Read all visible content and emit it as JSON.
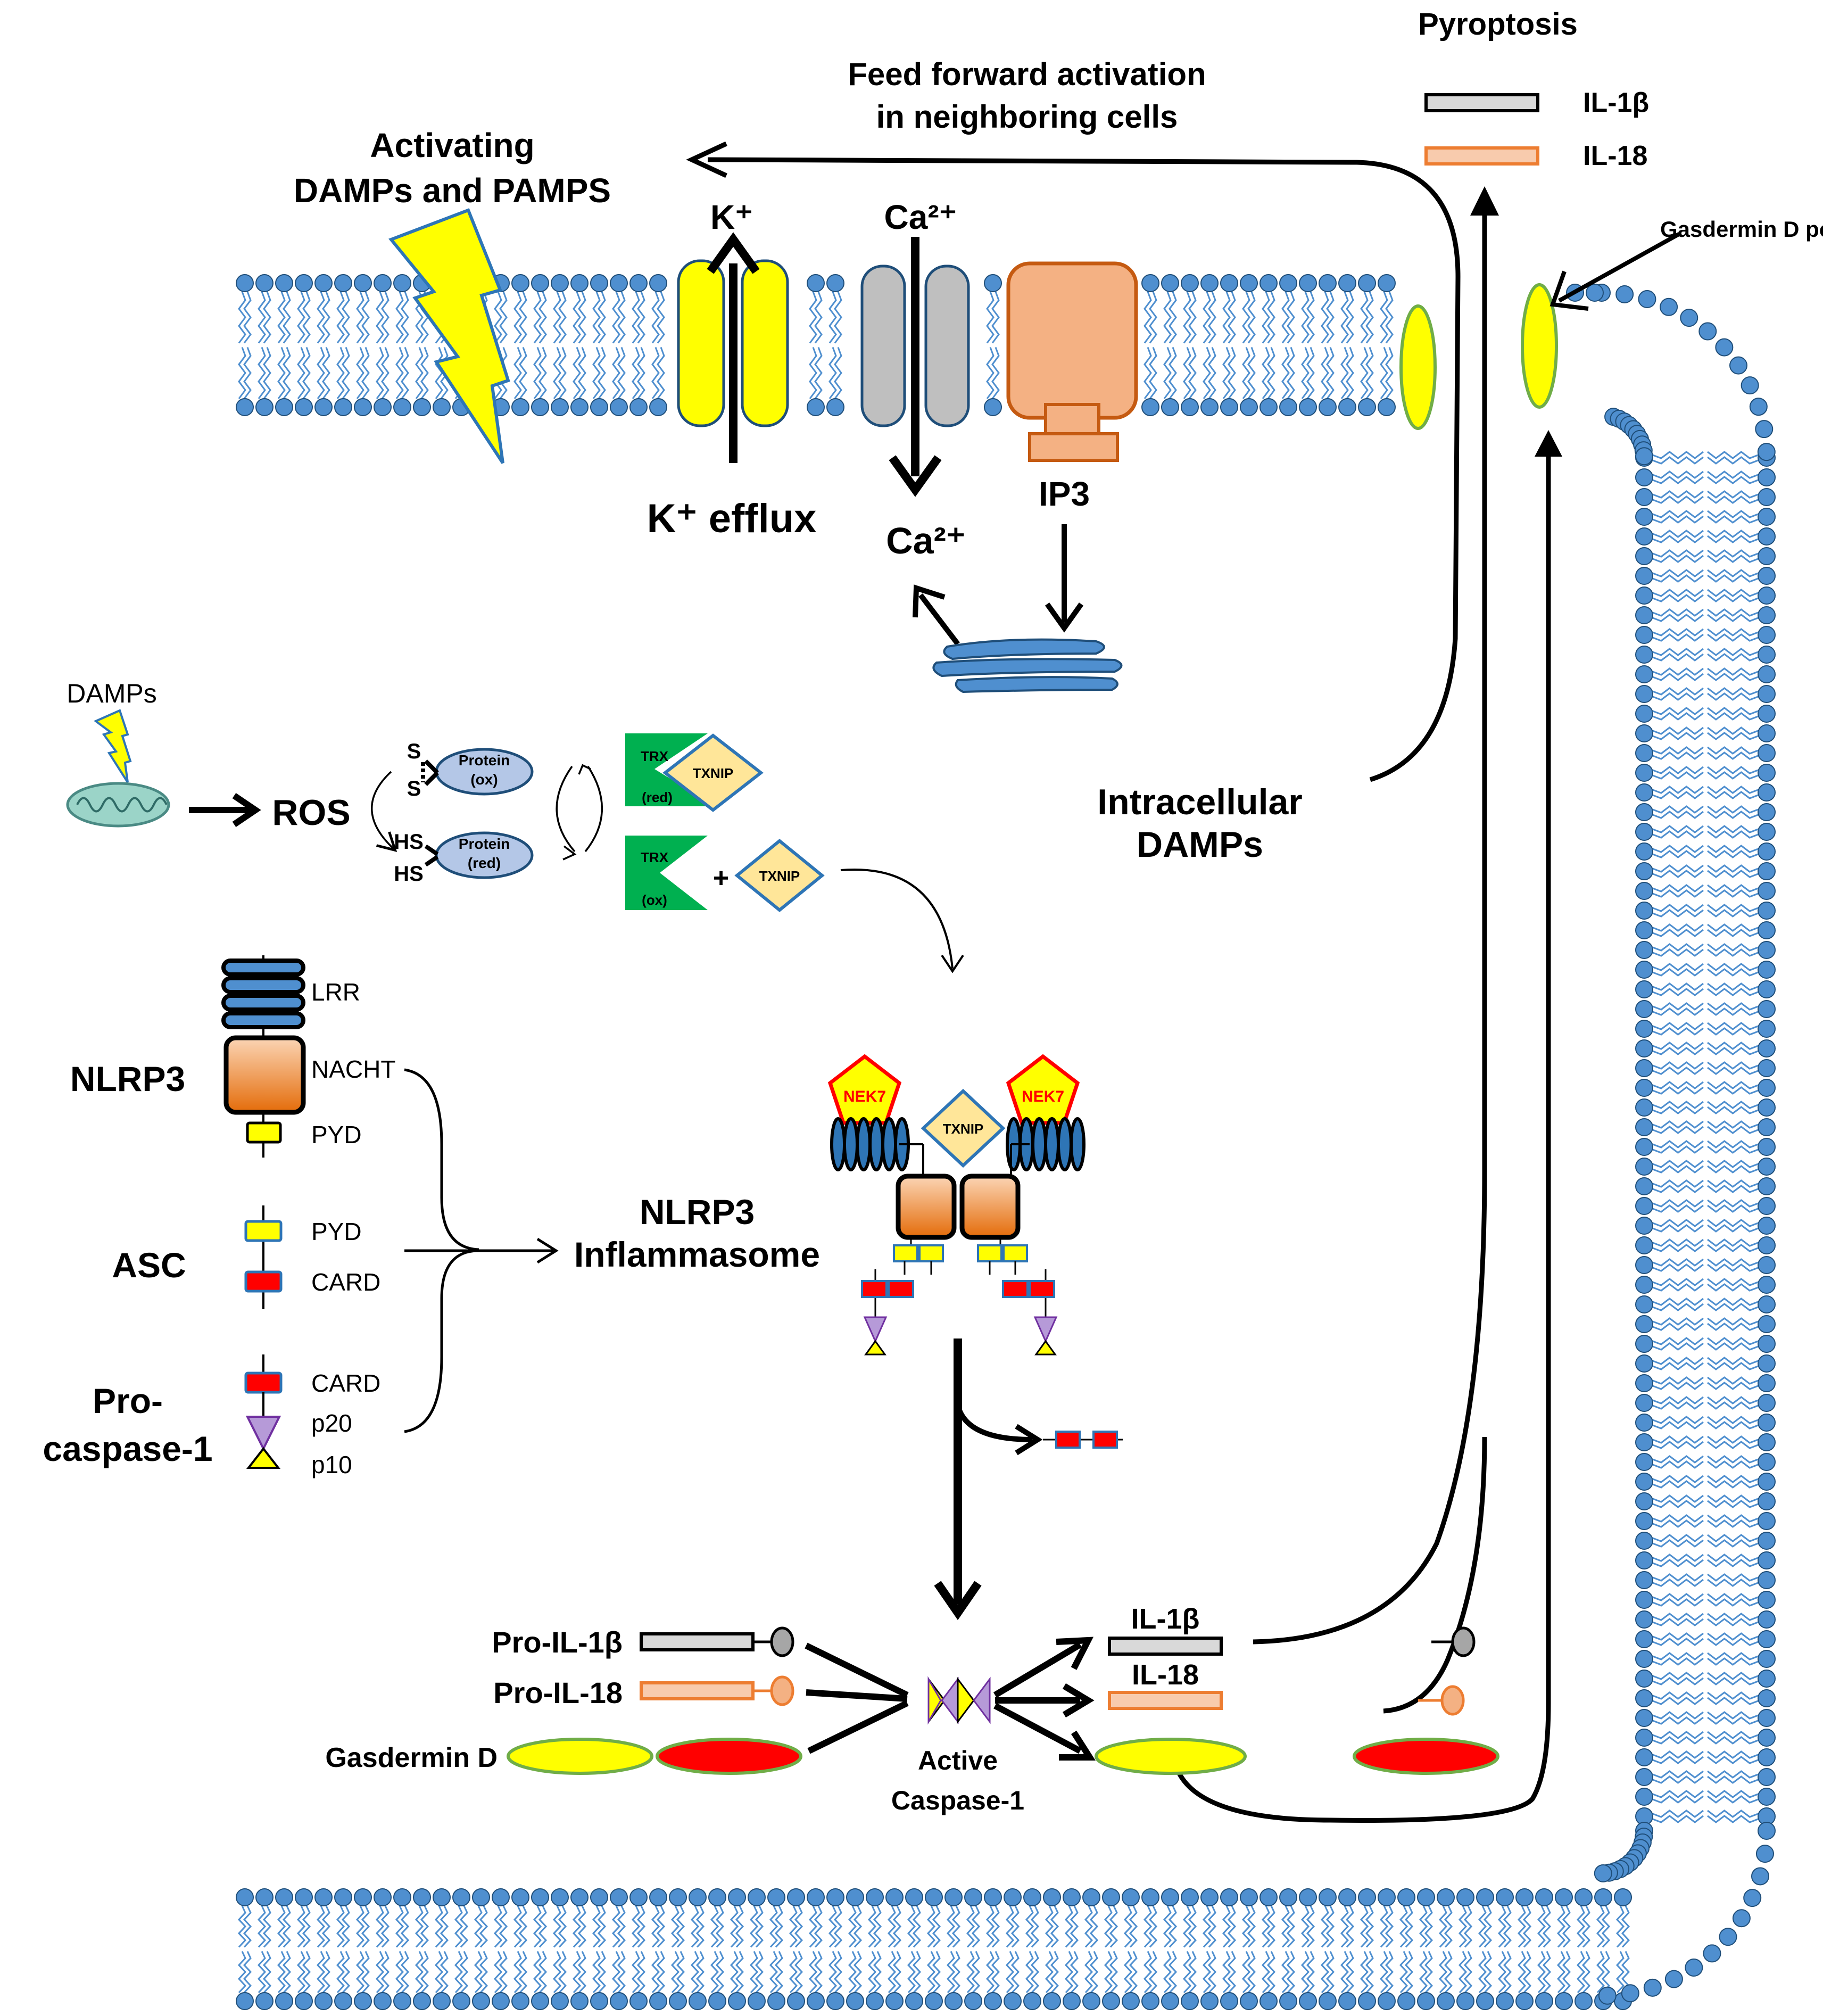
{
  "labels": {
    "pyroptosis": "Pyroptosis",
    "il1b_legend": "IL-1β",
    "il18_legend": "IL-18",
    "feed_forward_1": "Feed forward activation",
    "feed_forward_2": "in neighboring cells",
    "activating_1": "Activating",
    "activating_2": "DAMPs and PAMPS",
    "k_plus": "K⁺",
    "ca_top": "Ca²⁺",
    "ca_bottom": "Ca²⁺",
    "k_efflux": "K⁺ efflux",
    "ip3": "IP3",
    "gasdermin_pore": "Gasdermin D pore",
    "damps": "DAMPs",
    "ros": "ROS",
    "protein_ox_1": "Protein",
    "protein_ox_2": "(ox)",
    "protein_red_1": "Protein",
    "protein_red_2": "(red)",
    "s1": "S",
    "s2": "S",
    "hs1": "HS",
    "hs2": "HS",
    "trx": "TRX",
    "trx_red": "(red)",
    "trx_ox": "(ox)",
    "txnip": "TXNIP",
    "plus": "+",
    "intracellular_1": "Intracellular",
    "intracellular_2": "DAMPs",
    "lrr": "LRR",
    "nacht": "NACHT",
    "pyd": "PYD",
    "card": "CARD",
    "p20": "p20",
    "p10": "p10",
    "nlrp3": "NLRP3",
    "asc": "ASC",
    "pro_1": "Pro-",
    "pro_2": "caspase-1",
    "inflammasome_1": "NLRP3",
    "inflammasome_2": "Inflammasome",
    "nek7": "NEK7",
    "pro_il1b": "Pro-IL-1β",
    "pro_il18": "Pro-IL-18",
    "gasdermin_d": "Gasdermin D",
    "active_1": "Active",
    "active_2": "Caspase-1",
    "il1b": "IL-1β",
    "il18": "IL-18"
  },
  "colors": {
    "membrane_head": "#4f8fcf",
    "yellow": "#ffff00",
    "red": "#ff0000",
    "orange": "#f4b183",
    "orange_dark": "#c55a11",
    "gray": "#bfbfbf",
    "green": "#00b050",
    "tan": "#ffe699",
    "lavender": "#b4c7e7",
    "purple": "#b69ad8",
    "navy": "#1f4e79"
  }
}
